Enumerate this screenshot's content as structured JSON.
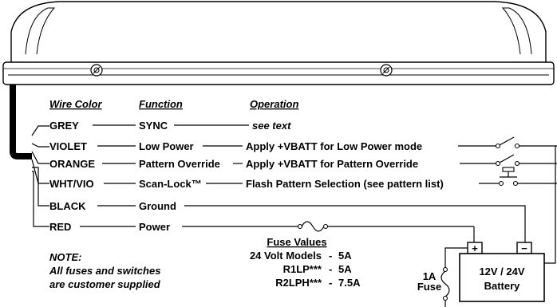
{
  "headers": {
    "color": "Wire Color",
    "function": "Function",
    "operation": "Operation"
  },
  "wires": [
    {
      "color": "GREY",
      "function": "SYNC",
      "operation": "see text"
    },
    {
      "color": "VIOLET",
      "function": "Low Power",
      "operation": "Apply +VBATT for Low Power mode"
    },
    {
      "color": "ORANGE",
      "function": "Pattern Override",
      "operation": "Apply +VBATT for Pattern Override"
    },
    {
      "color": "WHT/VIO",
      "function": "Scan-Lock™",
      "operation": "Flash Pattern Selection (see pattern list)"
    },
    {
      "color": "BLACK",
      "function": "Ground",
      "operation": ""
    },
    {
      "color": "RED",
      "function": "Power",
      "operation": ""
    }
  ],
  "fuse_values": {
    "title": "Fuse Values",
    "rows": [
      {
        "model": "24 Volt Models",
        "value": "5A"
      },
      {
        "model": "R1LP***",
        "value": "5A"
      },
      {
        "model": "R2LPH***",
        "value": "7.5A"
      }
    ]
  },
  "note": {
    "title": "NOTE:",
    "line1": "All fuses and switches",
    "line2": "are customer supplied"
  },
  "battery": {
    "line1": "12V / 24V",
    "line2": "Battery",
    "plus": "+",
    "minus": "−"
  },
  "small_fuse": {
    "value": "1A",
    "label": "Fuse"
  }
}
